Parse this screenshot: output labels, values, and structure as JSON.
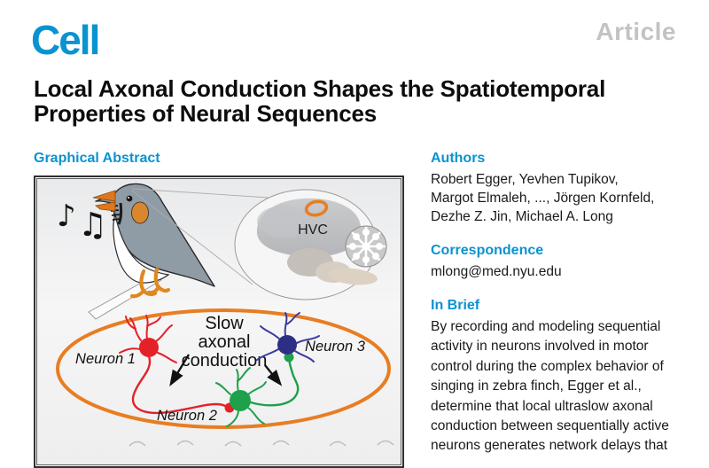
{
  "header": {
    "journal_logo": "Cell",
    "article_type": "Article"
  },
  "title": "Local Axonal Conduction Shapes the Spatiotemporal Properties of Neural Sequences",
  "graphical_abstract": {
    "heading": "Graphical Abstract",
    "figure": {
      "music_note_1": "♪",
      "music_note_2": "♫",
      "brain_region_label": "HVC",
      "center_caption_line1": "Slow",
      "center_caption_line2": "axonal",
      "center_caption_line3": "conduction",
      "neuron1_label": "Neuron 1",
      "neuron2_label": "Neuron 2",
      "neuron3_label": "Neuron 3"
    }
  },
  "sidebar": {
    "authors": {
      "heading": "Authors",
      "line1": "Robert Egger, Yevhen Tupikov,",
      "line2": "Margot Elmaleh, ..., Jörgen Kornfeld,",
      "line3": "Dezhe Z. Jin, Michael A. Long"
    },
    "correspondence": {
      "heading": "Correspondence",
      "email": "mlong@med.nyu.edu"
    },
    "in_brief": {
      "heading": "In Brief",
      "text": "By recording and modeling sequential activity in neurons involved in motor control during the complex behavior of singing in zebra finch, Egger et al., determine that local ultraslow axonal conduction between sequentially active neurons generates network delays that"
    }
  },
  "colors": {
    "brand_blue": "#0a93d1",
    "article_gray": "#c2c3c7",
    "accent_orange": "#e87d22",
    "neuron1_red": "#e32128",
    "neuron2_green": "#1fa04b",
    "neuron3_blue": "#2d2e85",
    "bird_gray": "#8f9ba5"
  }
}
